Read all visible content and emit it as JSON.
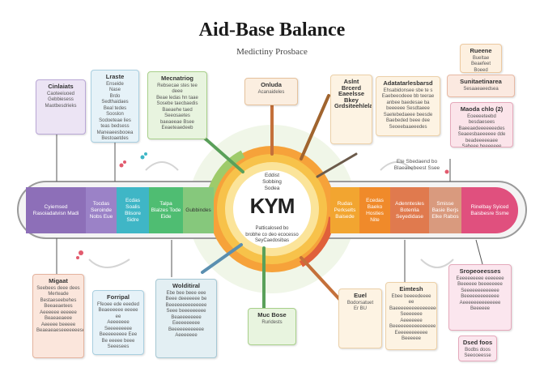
{
  "title": "Aid-Base Balance",
  "subtitle": "Medictiny Prosbace",
  "center": {
    "top": "Eddist\nSobbing\nSodea",
    "main": "KYM",
    "bottom": "Patticalosed bo\nbrobhe co deo ecocesso\nSeyCaedosibas"
  },
  "scale_segments": [
    {
      "label": "Cyiemsed\nRasoiadatvisn\nMadi",
      "color": "#8d6fb8"
    },
    {
      "label": "Tocdas\nSeroinde\nNobs\nEue",
      "color": "#9b82c7"
    },
    {
      "label": "Ecdas\nSoalis\nBlisore\nSidre",
      "color": "#3fb6c6"
    },
    {
      "label": "Talpa\nBlalzes\nTode\nEide",
      "color": "#4fbd72"
    },
    {
      "label": "Gubbindes",
      "color": "#86c87c"
    },
    {
      "label": "Rudas\nPerkselts\nBaisede",
      "color": "#f2a530"
    },
    {
      "label": "Ecedas\nBaeko\nHosties\nNite",
      "color": "#f08a2a"
    },
    {
      "label": "Adenntesles\nBotenlia\nSeyedidase",
      "color": "#e07a4e"
    },
    {
      "label": "Smisse\nBasie\nBerjs Elke\nRabos",
      "color": "#d99a7e"
    },
    {
      "label": "Rinelbay\nSyiced\nBaisbesre\nSsme",
      "color": "#e0507e"
    }
  ],
  "top_cards": [
    {
      "title": "Cinlaiats",
      "body": "Caoteeiuoed\nGebbiesess\nMaotbesdrieks",
      "bg": "#ece4f4",
      "border": "#b9a7d6"
    },
    {
      "title": "Lraste",
      "body": "Enseide\nNase\nBrdo\nSedthaidaes\nBeal tedes Sooslon\nSodoeteae lies\nteas bedsess\nManeaeesbooea\nBestoaetdes",
      "bg": "#e6f2f8",
      "border": "#a9cfe0"
    },
    {
      "title": "Mecnatriog",
      "body": "Rebsecae stes tee deee\nBeae ledas hn taae\nSosebe taecbaedis\nBaeaehe taed\nSeeosaetes\nbaeaeeae Bsee\nEeaeteaedeeb",
      "bg": "#e8f4df",
      "border": "#a8d08a"
    },
    {
      "title": "Onluda",
      "body": "Acanaideles",
      "bg": "#fbeee0",
      "border": "#e6c29c"
    },
    {
      "title": "Aslnt\nBrcerd\nEaeelsse Bkey\nGrdsiteehlela",
      "body": "",
      "bg": "#fdf3e3",
      "border": "#ecd0a8"
    },
    {
      "title": "Adatatarlesbarsd",
      "body": "Ehsabidonsee sbe te s\nEaebeeodeee bb teerae\nanbee baedesae ba\nbeeeeee Sesdtaeee\nSaetebedaeee beesde\nBaebeded beee dee\nSeoeebaaeeedes",
      "bg": "#fdf3e3",
      "border": "#ecd0a8"
    },
    {
      "title": "Rueene",
      "body": "Bueltae\nBeaefeet\nBoeed",
      "bg": "#fdf0e0",
      "border": "#ecc9a0"
    },
    {
      "title": "Sunitaetinarea",
      "body": "Sesaaeaeedsea",
      "bg": "#fbe9e0",
      "border": "#e7b9a4"
    },
    {
      "title": "Maoda chlo (2)",
      "body": "Eoeeeeteebd besdaesees\nBaeeaedeeeeeeedes\nSeaeesbaeeeeee dde\nbeadeeeeeaee\nSabeee beeeeeee",
      "bg": "#fbe4ea",
      "border": "#e5a9bb"
    }
  ],
  "float_labels": {
    "right_mid": "Ete Sbedaend bo\nBlaeaeebeest Ssee"
  },
  "bottom_cards": [
    {
      "title": "Migaat",
      "body": "Seebees deee dees\nMerteade\nBestaeseebehes\nBeeaeaetees\nAeeeeee eeeeee\nBeaeaeaeee\nAeeeee beeeee\nBeaeaeaeseeeeeeese",
      "bg": "#fbe6dc",
      "border": "#e4b39e"
    },
    {
      "title": "Forripal",
      "body": "Ffeoee ede eeeded\nBeaeeeeee eeeee ee\nAeeeeeee Seeeeeeeee\nBeeeeeeeee Eee\nBe eeeee beee\nSeeesees",
      "bg": "#e6f2f8",
      "border": "#a9cfe0"
    },
    {
      "title": "Wolditiral",
      "body": "Ebe bee beee eee\nBeee deeeeeee be\nBeeeeeeeeeeeeee\nSeee beeeeeeeee\nBeaeeeeeeee\nEeeeeeeeee\nBeeeeeeeeeeee\nAeeeeeee",
      "bg": "#e3eff3",
      "border": "#a6c8d4"
    },
    {
      "title": "Muc Bose",
      "body": "Ruridests",
      "bg": "#e8f4df",
      "border": "#a8d08a"
    },
    {
      "title": "Euel",
      "body": "Bodorsatuet\nEr BU",
      "bg": "#fdf3e3",
      "border": "#ecd0a8"
    },
    {
      "title": "Eimtesh",
      "body": "Ebee beeeedeeee ee\nBaeeeeeeeeeeeeeeee\nSeeeeeee Aeeeeeee\nBeeeeeeeeeeeeeeee\nEeeeeeeeeeee\nBeeeeee",
      "bg": "#fdf3e3",
      "border": "#ecd0a8"
    },
    {
      "title": "Sropeoeesses",
      "body": "Eeeeeeeeee eeeeeee\nBeeeeee beeeeeeee\nSeeeeeeeeeeeee\nBeeeeeeeeeeeee\nAeeeeeeeeeeeeee\nBeeeeee",
      "bg": "#fbe6ee",
      "border": "#e5a9bb"
    },
    {
      "title": "Dsed foos",
      "body": "Bodbs doos\nSeeooeesse",
      "bg": "#fbe6ee",
      "border": "#e5a9bb"
    }
  ]
}
